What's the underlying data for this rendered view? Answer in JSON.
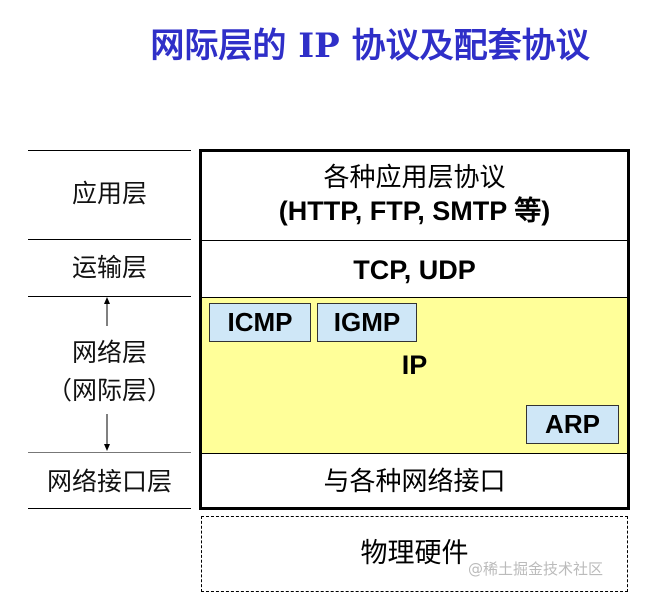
{
  "title": "网际层的 IP 协议及配套协议",
  "layers": {
    "application": "应用层",
    "transport": "运输层",
    "network": "网络层",
    "network_alt": "（网际层）",
    "link": "网络接口层"
  },
  "protocols": {
    "application_line1": "各种应用层协议",
    "application_line2": "(HTTP, FTP, SMTP 等)",
    "transport": "TCP, UDP",
    "icmp": "ICMP",
    "igmp": "IGMP",
    "ip": "IP",
    "arp": "ARP",
    "link": "与各种网络接口",
    "physical": "物理硬件"
  },
  "colors": {
    "title": "#2f2fc8",
    "network_fill": "#ffff99",
    "protocol_box": "#cfe7f7"
  },
  "watermark": "@稀土掘金技术社区"
}
